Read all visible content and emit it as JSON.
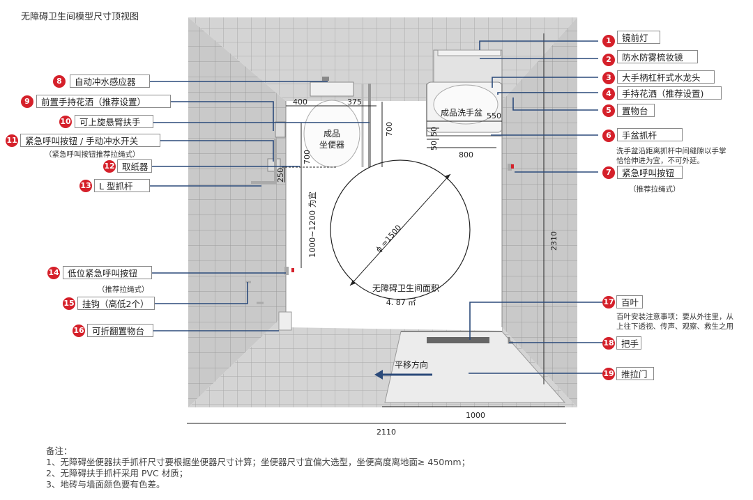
{
  "page_title": "无障碍卫生间模型尺寸顶视图",
  "room": {
    "center_text": "无障碍卫生间面积",
    "area_text": "4. 87 ㎡",
    "diameter_text": "ϕ =1500",
    "toilet_text": [
      "成品",
      "坐便器"
    ],
    "sink_text": "成品洗手盆",
    "move_text": "平移方向"
  },
  "dimensions": {
    "d400": "400",
    "d375": "375",
    "d700_right": "700",
    "d700_left": "700",
    "d550": "550",
    "d50a": "50",
    "d50b": "50",
    "d800": "800",
    "d250": "250",
    "d1000_1200": "1000~1200 为宜",
    "d2310": "2310",
    "d1000": "1000",
    "d2110": "2110"
  },
  "left_labels": [
    {
      "num": "8",
      "text": "自动冲水感应器"
    },
    {
      "num": "9",
      "text": "前置手持花洒（推荐设置）"
    },
    {
      "num": "10",
      "text": "可上旋悬臂扶手"
    },
    {
      "num": "11",
      "text": "紧急呼叫按钮 / 手动冲水开关"
    },
    {
      "num": "12",
      "text": "取纸器"
    },
    {
      "num": "13",
      "text": "L 型抓杆"
    },
    {
      "num": "14",
      "text": "低位紧急呼叫按钮"
    },
    {
      "num": "15",
      "text": "挂钩（高低2个）"
    },
    {
      "num": "16",
      "text": "可折翻置物台"
    }
  ],
  "left_notes": {
    "n11": "（紧急呼叫按钮推荐拉绳式）",
    "n14": "（推荐拉绳式）"
  },
  "right_labels": [
    {
      "num": "1",
      "text": "镜前灯"
    },
    {
      "num": "2",
      "text": "防水防雾梳妆镜"
    },
    {
      "num": "3",
      "text": "大手柄杠杆式水龙头"
    },
    {
      "num": "4",
      "text": "手持花洒（推荐设置)"
    },
    {
      "num": "5",
      "text": "置物台"
    },
    {
      "num": "6",
      "text": "手盆抓杆"
    },
    {
      "num": "7",
      "text": "紧急呼叫按钮"
    },
    {
      "num": "17",
      "text": "百叶"
    },
    {
      "num": "18",
      "text": "把手"
    },
    {
      "num": "19",
      "text": "推拉门"
    }
  ],
  "right_notes": {
    "n6a": "洗手盆沿距离抓杆中间缝隙以手掌",
    "n6b": "恰恰伸进为宜，不可外延。",
    "n7": "（推荐拉绳式）",
    "n17a": "百叶安装注意事项：要从外往里，从",
    "n17b": "上往下透视、传声、观察、救生之用"
  },
  "remarks": {
    "heading": "备注：",
    "items": [
      "1、无障碍坐便器扶手抓杆尺寸要根据坐便器尺寸计算；坐便器尺寸宜偏大选型，坐便高度离地面≥ 450mm；",
      "2、无障碍扶手抓杆采用 PVC 材质；",
      "3、地砖与墙面颜色要有色差。"
    ]
  },
  "colors": {
    "accent_red": "#d5202a",
    "leader_blue": "#2b4a7a",
    "tile": "#c6c6c6",
    "floor": "#ffffff"
  }
}
